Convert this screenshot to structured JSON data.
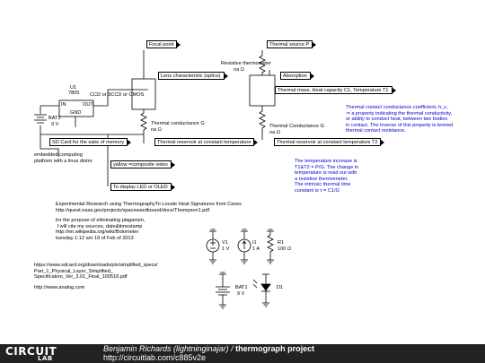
{
  "circuit": {
    "labels": {
      "u1": "U1",
      "u1_part": "7805",
      "u1_in": "IN",
      "u1_out": "OUT",
      "u1_gnd": "GND",
      "bat2": "BAT2",
      "bat2_value": "9 V",
      "ccd": "CCD or 3CCD or CMOS",
      "resistive_thermometer": "Resistive thermometer",
      "resistive_thermometer_value": "na Ω",
      "conductance_left": "Thermal conductance G",
      "conductance_left_value": "na Ω",
      "conductance_right": "Thermal Conductance G",
      "conductance_right_value": "na Ω",
      "embedded": "embedded computing\nplatform with a linux distro",
      "v1": "V1",
      "v1_value": "1 V",
      "i1": "I1",
      "i1_value": "1 A",
      "r1": "R1",
      "r1_value": "100 Ω",
      "bat1": "BAT1",
      "bat1_value": "9 V",
      "d1": "D1"
    },
    "tags": {
      "focal_point": "Focal point",
      "lens": "Lens characteristic (optics)",
      "sd_card": "SD Card for the sake of memory",
      "reservoir_left": "Thermal reservoir at constant temperature",
      "yellow": "yellow =composite video",
      "display": "To display LED or OLED",
      "thermal_source": "Thermal source P",
      "absorption": "Absorption",
      "thermal_mass": "Thermal mass, Heat capacity C1, Temperature T1",
      "reservoir_right": "Thermal reservoir at constant temperature T2"
    },
    "notes": {
      "contact": "Thermal contact conductance coefficient, h_c,\n:= a property indicating the thermal conductivity,\nor ability to conduct heat, between two bodies\nin contact. The inverse of this property is termed\nthermal contact resistance.",
      "temperature": "The temperature increase is\nT1&T2 = P/G. The change in\ntemperature is read out with\na resistive thermometer.\nThe intrinsic thermal time\nconstant is τ = C1/G",
      "research": "Experimental Research using ThermographyTo Locate Heat Signatures from Caves\nhttp://quest.nasa.gov/projects/spacewardbound/docs/Thompson1.pdf",
      "plagiarism": "for the porpose of eliminating plagarism,\n I will cite my sources, date&timestamp\nhttp://en.wikipedia.org/wiki/Bolometer\ntuesday 1:12 am 19 of Feb of 2013",
      "sdcard_url": "https://www.sdcard.org/downloads/pls/simplified_specs/\nPart_1_Physical_Layer_Simplified_\nSpecification_Ver_3.01_Final_100518.pdf",
      "analog_url": "http://www.analog.com"
    }
  },
  "footer": {
    "logo_top": "CIRCUIT",
    "logo_bottom": "LAB",
    "author": "Benjamin Richards (lightninginajar)",
    "separator": " / ",
    "project": "thermograph project",
    "url": "http://circuitlab.com/c885v2e"
  }
}
